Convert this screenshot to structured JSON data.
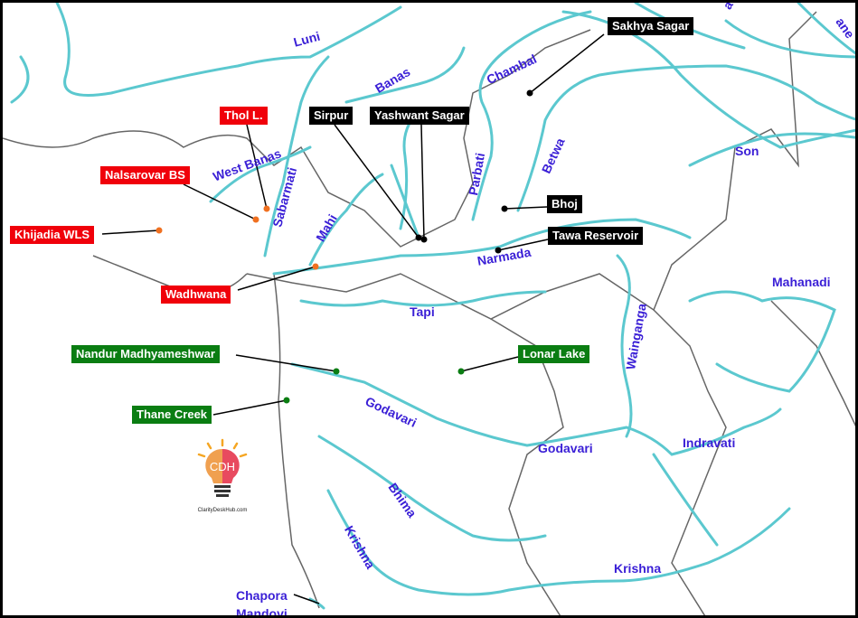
{
  "rivers": {
    "luni": "Luni",
    "banas": "Banas",
    "chambal": "Chambal",
    "west_banas": "West Banas",
    "sabarmati": "Sabarmati",
    "mahi": "Mahi",
    "betwa": "Betwa",
    "parbati": "Parbati",
    "son": "Son",
    "narmada": "Narmada",
    "tapi": "Tapi",
    "mahanadi": "Mahanadi",
    "wainganga": "Wainganga",
    "godavari_1": "Godavari",
    "godavari_2": "Godavari",
    "indravati": "Indravati",
    "bhima": "Bhima",
    "krishna_1": "Krishna",
    "krishna_2": "Krishna",
    "chapora": "Chapora",
    "mandovi": "Mandovi",
    "partial_top": "a",
    "partial_corner": "ane"
  },
  "sites_black": {
    "sakhya_sagar": "Sakhya Sagar",
    "sirpur": "Sirpur",
    "yashwant_sagar": "Yashwant Sagar",
    "bhoj": "Bhoj",
    "tawa": "Tawa Reservoir"
  },
  "sites_red": {
    "thol": "Thol L.",
    "nalsarovar": "Nalsarovar BS",
    "khijadia": "Khijadia WLS",
    "wadhwana": "Wadhwana"
  },
  "sites_green": {
    "nandur": "Nandur Madhyameshwar",
    "thane": "Thane Creek",
    "lonar": "Lonar Lake"
  },
  "logo": {
    "text": "CDH",
    "url": "ClarityDeskHub.com"
  },
  "colors": {
    "river": "#5bc8cf",
    "label": "#3a1fd6",
    "black": "#000000",
    "red": "#f0000a",
    "green": "#0a7d12",
    "orange_dot": "#f07020"
  }
}
